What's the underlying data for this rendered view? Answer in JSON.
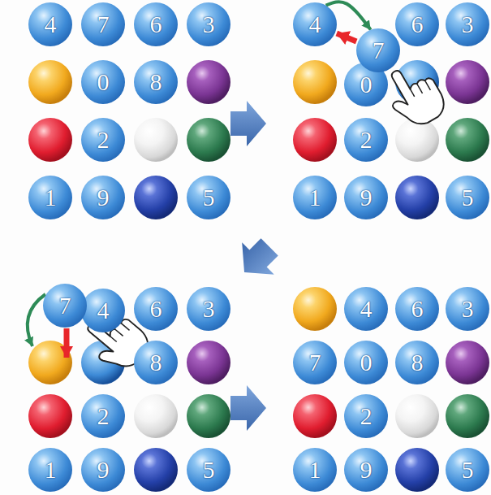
{
  "diagram": {
    "nodes": [
      {
        "text": [
          "4"
        ]
      },
      {
        "text": [
          "7"
        ]
      },
      {
        "text": [
          "6"
        ]
      },
      {
        "text": [
          "3"
        ]
      },
      {
        "text": [
          "0"
        ]
      },
      {
        "text": [
          "8"
        ]
      },
      {
        "text": [
          "2"
        ]
      },
      {
        "text": [
          "1"
        ]
      },
      {
        "text": [
          "9"
        ]
      },
      {
        "text": [
          "5"
        ]
      },
      {
        "text": [
          "4"
        ]
      },
      {
        "text": [
          "7"
        ]
      },
      {
        "text": [
          "6"
        ]
      },
      {
        "text": [
          "3"
        ]
      },
      {
        "text": [
          "0"
        ]
      },
      {
        "text": [
          "2"
        ]
      },
      {
        "text": [
          "1"
        ]
      },
      {
        "text": [
          "9"
        ]
      },
      {
        "text": [
          "5"
        ]
      },
      {
        "text": [
          "7"
        ]
      },
      {
        "text": [
          "4"
        ]
      },
      {
        "text": [
          "6"
        ]
      },
      {
        "text": [
          "3"
        ]
      },
      {
        "text": [
          "8"
        ]
      },
      {
        "text": [
          "2"
        ]
      },
      {
        "text": [
          "1"
        ]
      },
      {
        "text": [
          "9"
        ]
      },
      {
        "text": [
          "5"
        ]
      },
      {
        "text": [
          "4"
        ]
      },
      {
        "text": [
          "6"
        ]
      },
      {
        "text": [
          "3"
        ]
      },
      {
        "text": [
          "7"
        ]
      },
      {
        "text": [
          "0"
        ]
      },
      {
        "text": [
          "8"
        ]
      },
      {
        "text": [
          "2"
        ]
      },
      {
        "text": [
          "1"
        ]
      },
      {
        "text": [
          "9"
        ]
      },
      {
        "text": [
          "5"
        ]
      }
    ],
    "edges": [
      {
        "from": 10,
        "to": 11,
        "arrow": "to"
      },
      {
        "from": 11,
        "to": 10,
        "arrow": "to"
      }
    ]
  }
}
